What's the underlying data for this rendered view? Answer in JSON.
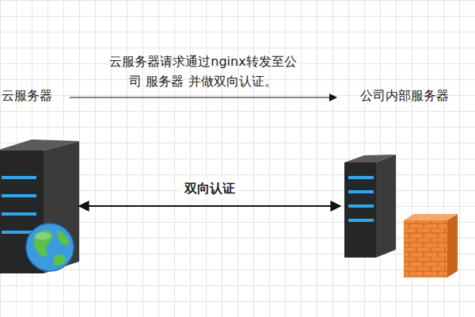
{
  "diagram": {
    "nodes": [
      {
        "text": [
          "云服务器"
        ]
      },
      {
        "text": [
          "公司内部服务器"
        ]
      }
    ],
    "edges": [
      {
        "from": 0,
        "to": 1,
        "arrow": "to",
        "label": "云服务器请求通过nginx转发至公司 服务器 并做双向认证。"
      },
      {
        "from": 0,
        "to": 1,
        "arrow": "both",
        "label": "双向认证"
      }
    ]
  }
}
